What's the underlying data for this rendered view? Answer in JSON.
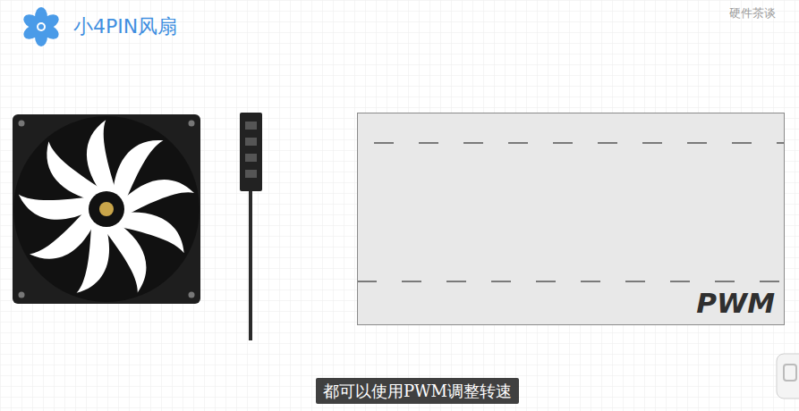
{
  "diagram": {
    "title": "小4PIN风扇",
    "caption": "都可以使用PWM调整转速",
    "nodes": [
      {
        "text": [
          "PWM"
        ]
      }
    ],
    "labels": [
      "硬件茶谈"
    ]
  }
}
